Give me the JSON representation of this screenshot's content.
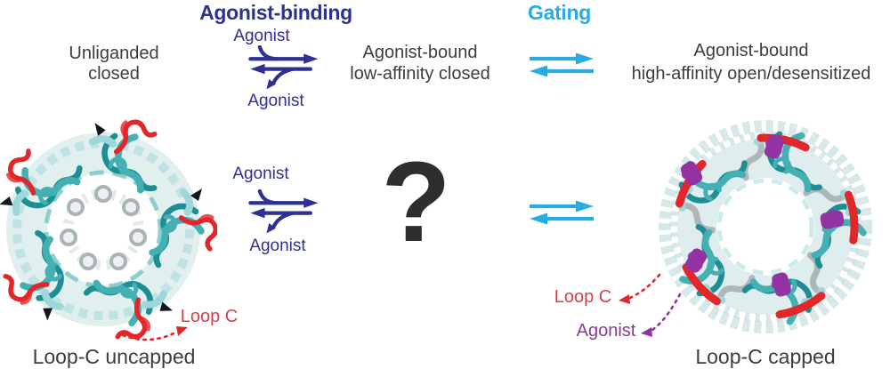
{
  "colors": {
    "navy": "#2e3192",
    "cyan": "#29abe2",
    "text": "#3d3d3d",
    "text_strong": "#2e2e2e",
    "red": "#e2272b",
    "red_label": "#d2414d",
    "purple": "#9333a3",
    "purple_label": "#8b3a93",
    "teal_dark": "#1d8f94",
    "teal_mid": "#44b0b4",
    "teal_light": "#9ed7d9",
    "teal_pale": "#c9e1e2",
    "halo": "#d6e6e7",
    "gray_helix": "#aab4b6",
    "black_strand": "#14181c"
  },
  "headers": {
    "binding": "Agonist-binding",
    "gating": "Gating"
  },
  "states": {
    "unliganded": "Unliganded\nclosed",
    "low_affinity": "Agonist-bound\nlow-affinity closed",
    "high_affinity": "Agonist-bound\nhigh-affinity open/desensitized"
  },
  "binding_reactions": {
    "top": {
      "agonist_in": "Agonist",
      "agonist_out": "Agonist"
    },
    "middle": {
      "agonist_in": "Agonist",
      "agonist_out": "Agonist"
    }
  },
  "unknown": {
    "question_mark": "?"
  },
  "callouts": {
    "loop_c_left": "Loop C",
    "loop_c_right": "Loop C",
    "agonist_right": "Agonist"
  },
  "captions": {
    "left": "Loop-C uncapped",
    "right": "Loop-C capped"
  }
}
